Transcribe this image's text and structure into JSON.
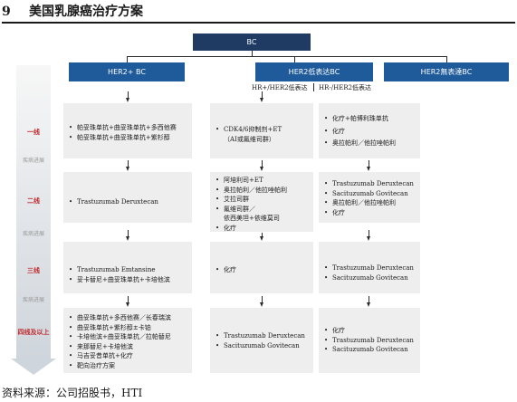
{
  "title": {
    "number": "9",
    "text": "美国乳腺癌治疗方案"
  },
  "root": "BC",
  "columns": [
    {
      "label": "HER2+ BC"
    },
    {
      "label": "HER2低表达BC",
      "subs": [
        "HR+/HER2低表达",
        "HR-/HER2低表达"
      ]
    },
    {
      "label": "HER2無表達BC"
    }
  ],
  "lines": [
    "一线",
    "二线",
    "三线",
    "四线及以上"
  ],
  "progression_label": "疾病进展",
  "cells": {
    "c1": [
      [
        "帕妥珠单抗+曲妥珠单抗+多西他赛",
        "帕妥珠单抗+曲妥珠单抗+紫杉醇"
      ],
      [
        "Trastuzumab Deruxtecan"
      ],
      [
        "Trastuzumab Emtansine",
        "妥卡替尼+曲妥珠单抗+卡培他滨"
      ],
      [
        "曲妥珠单抗+多西他赛／长春瑞滨",
        "曲妥珠单抗+紫杉醇±卡铂",
        "卡培他滨+曲妥珠单抗／拉帕替尼",
        "来那替尼+卡培他滨",
        "马吉妥昔单抗+化疗",
        "靶向治疗方案"
      ]
    ],
    "c2": [
      {
        "item": "CDK4/6抑制剂+ET",
        "note": "（AI或氟维司群）"
      },
      [
        "阿培利司+ET",
        "奥拉帕利／他拉唑帕利",
        "艾拉司群",
        "氟维司群／",
        "依西美坦+依维莫司",
        "化疗"
      ],
      [
        "化疗"
      ],
      [
        "Trastuzumab Deruxtecan",
        "Sacituzumab Govitecan"
      ]
    ],
    "c3": [
      [
        "化疗+帕博利珠单抗",
        "化疗",
        "奥拉帕利／他拉唑帕利"
      ],
      [
        "Trastuzumab Deruxtecan",
        "Sacituzumab Govitecan",
        "奥拉帕利／他拉唑帕利",
        "化疗"
      ],
      [
        "Trastuzumab Deruxtecan",
        "Sacituzumab Govitecan"
      ],
      [
        "化疗",
        "Trastuzumab Deruxtecan",
        "Sacituzumab Govitecan"
      ]
    ]
  },
  "source": "资料来源：公司招股书，HTI"
}
